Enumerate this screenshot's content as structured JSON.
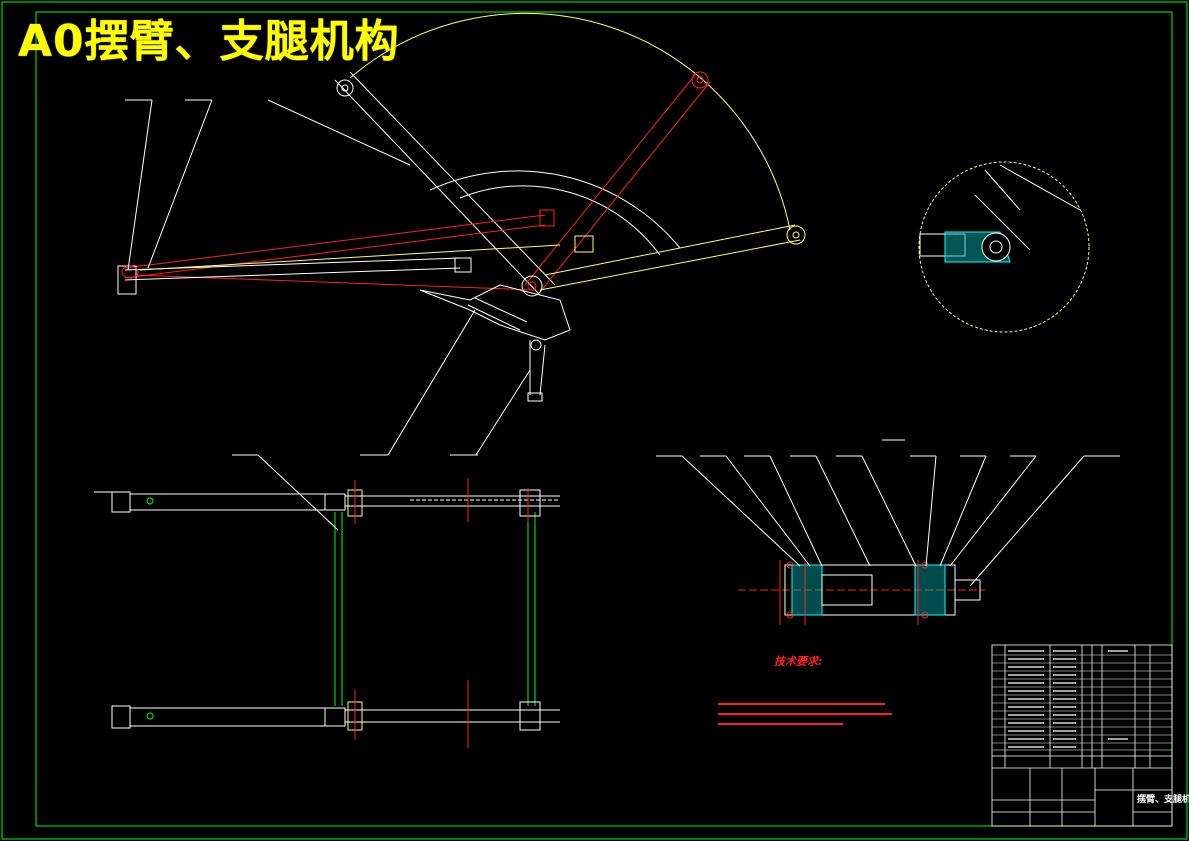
{
  "drawing": {
    "title": "A0摆臂、支腿机构",
    "colors": {
      "background": "#000000",
      "frame": "#00ff00",
      "linework": "#ffffff",
      "arm_highlight": "#ff2020",
      "arm_alt": "#ffff66",
      "title": "#ffff00",
      "hatch": "#00ffff"
    }
  },
  "tech_requirements": {
    "heading": "技术要求:"
  },
  "title_block": {
    "drawing_name": "摆臂、支腿机构"
  }
}
